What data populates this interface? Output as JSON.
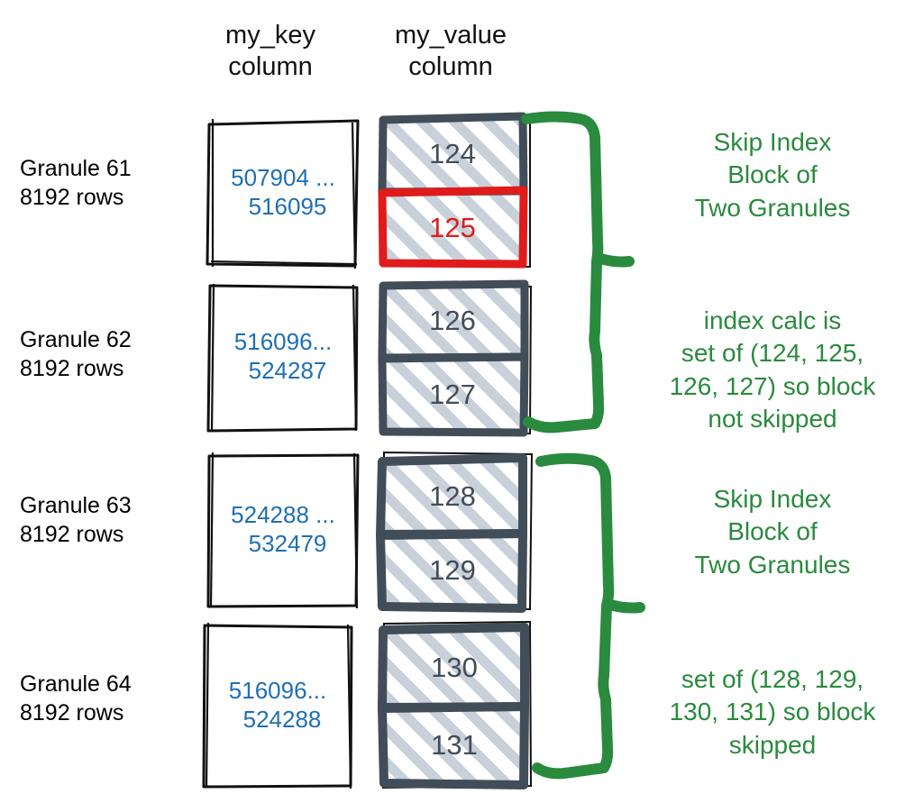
{
  "columns": {
    "key_header": "my_key\ncolumn",
    "value_header": "my_value\ncolumn"
  },
  "colors": {
    "key_text": "#1f6fb4",
    "value_text": "#414d59",
    "value_border": "#414d59",
    "highlight": "#e01b1b",
    "annotation": "#2a8a3e",
    "hatch": "#c8d0da",
    "key_border": "#111111",
    "background": "#ffffff"
  },
  "rows": [
    {
      "granule_label": "Granule 61\n8192 rows",
      "key_range_line1": "507904 ...",
      "key_range_line2": "516095",
      "values": [
        {
          "text": "124",
          "highlighted": false
        },
        {
          "text": "125",
          "highlighted": true
        }
      ]
    },
    {
      "granule_label": "Granule 62\n8192 rows",
      "key_range_line1": "516096...",
      "key_range_line2": "524287",
      "values": [
        {
          "text": "126",
          "highlighted": false
        },
        {
          "text": "127",
          "highlighted": false
        }
      ]
    },
    {
      "granule_label": "Granule 63\n8192 rows",
      "key_range_line1": "524288 ...",
      "key_range_line2": "532479",
      "values": [
        {
          "text": "128",
          "highlighted": false
        },
        {
          "text": "129",
          "highlighted": false
        }
      ]
    },
    {
      "granule_label": "Granule 64\n8192 rows",
      "key_range_line1": "516096...",
      "key_range_line2": "524288",
      "values": [
        {
          "text": "130",
          "highlighted": false
        },
        {
          "text": "131",
          "highlighted": false
        }
      ]
    }
  ],
  "annotations": [
    {
      "text": "Skip Index\nBlock of\nTwo Granules"
    },
    {
      "text": "index calc is\nset of (124, 125,\n126, 127) so block\nnot skipped"
    },
    {
      "text": "Skip Index\nBlock of\nTwo Granules"
    },
    {
      "text": "set of (128, 129,\n130, 131) so block\nskipped"
    }
  ]
}
